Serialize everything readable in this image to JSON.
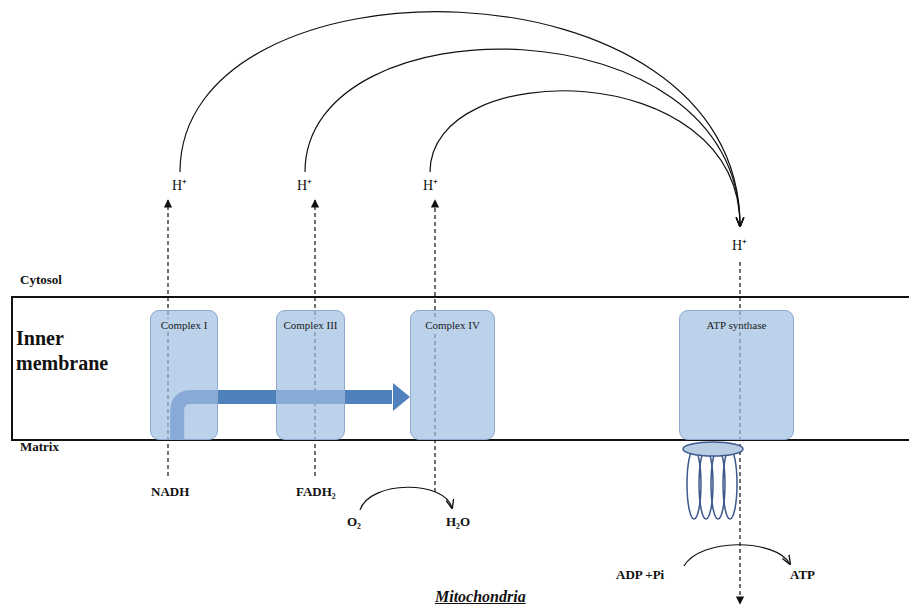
{
  "diagram": {
    "caption": "Mitochondria",
    "nodes": [
      {
        "text": [
          "Complex I"
        ]
      },
      {
        "text": [
          "Complex III"
        ]
      },
      {
        "text": [
          "Complex IV"
        ]
      },
      {
        "text": [
          "ATP synthase"
        ]
      }
    ],
    "edges": [
      {
        "from": 0,
        "to": 2,
        "arrow": "to"
      }
    ],
    "labels": [
      "Cytosol",
      "Inner membrane",
      "Matrix",
      "H⁺",
      "H⁺",
      "H⁺",
      "H⁺",
      "NADH",
      "FADH₂",
      "O₂",
      "H₂O",
      "ADP +Pi",
      "ATP"
    ]
  }
}
